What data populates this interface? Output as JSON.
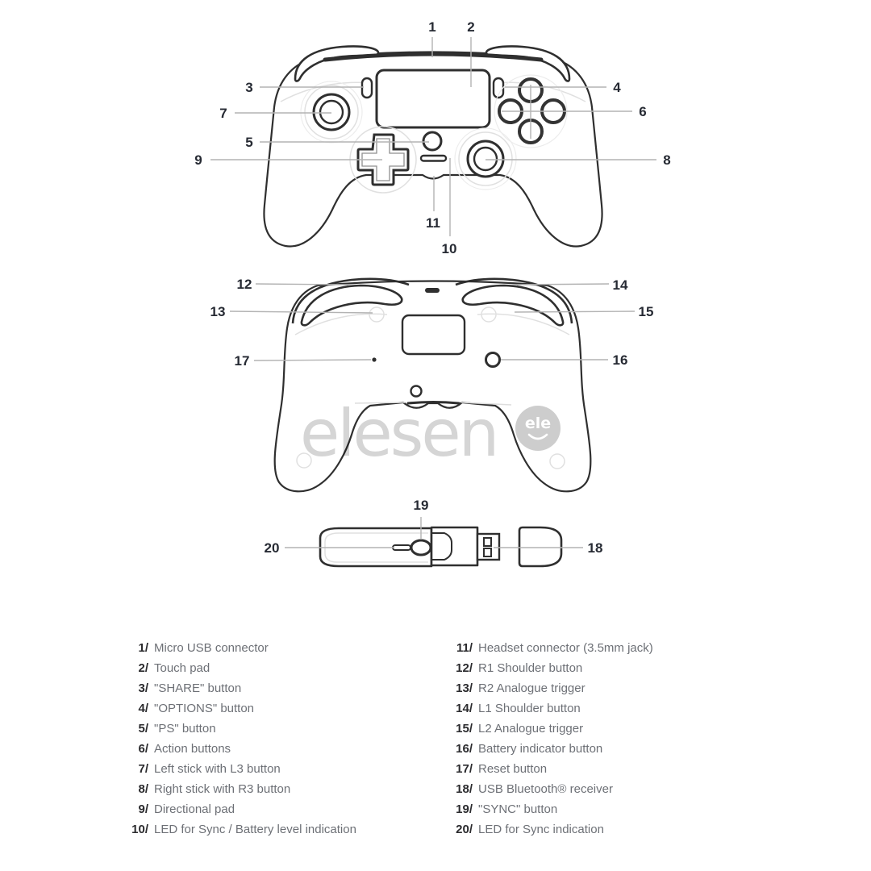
{
  "watermark": {
    "text": "elesen",
    "badge_text": "ele"
  },
  "callouts": {
    "front": [
      "1",
      "2",
      "3",
      "4",
      "5",
      "6",
      "7",
      "8",
      "9",
      "10",
      "11"
    ],
    "back": [
      "12",
      "13",
      "14",
      "15",
      "16",
      "17"
    ],
    "receiver": [
      "18",
      "19",
      "20"
    ]
  },
  "legend": {
    "left": [
      {
        "num": "1/",
        "label": "Micro USB connector"
      },
      {
        "num": "2/",
        "label": "Touch pad"
      },
      {
        "num": "3/",
        "label": "\"SHARE\" button"
      },
      {
        "num": "4/",
        "label": "\"OPTIONS\" button"
      },
      {
        "num": "5/",
        "label": "\"PS\" button"
      },
      {
        "num": "6/",
        "label": "Action buttons"
      },
      {
        "num": "7/",
        "label": "Left stick with L3 button"
      },
      {
        "num": "8/",
        "label": "Right stick with R3 button"
      },
      {
        "num": "9/",
        "label": "Directional pad"
      },
      {
        "num": "10/",
        "label": "LED for Sync / Battery level indication"
      }
    ],
    "right": [
      {
        "num": "11/",
        "label": "Headset connector (3.5mm jack)"
      },
      {
        "num": "12/",
        "label": "R1 Shoulder button"
      },
      {
        "num": "13/",
        "label": "R2 Analogue trigger"
      },
      {
        "num": "14/",
        "label": "L1 Shoulder button"
      },
      {
        "num": "15/",
        "label": "L2 Analogue trigger"
      },
      {
        "num": "16/",
        "label": "Battery indicator button"
      },
      {
        "num": "17/",
        "label": "Reset button"
      },
      {
        "num": "18/",
        "label": "USB Bluetooth® receiver"
      },
      {
        "num": "19/",
        "label": "\"SYNC\" button"
      },
      {
        "num": "20/",
        "label": "LED for Sync indication"
      }
    ]
  },
  "colors": {
    "background": "#ffffff",
    "outline": "#2f2f2f",
    "leader_line": "#b3b3b3",
    "callout_number": "#262a33",
    "legend_number": "#2b2b2e",
    "legend_label": "#6d7076",
    "watermark": "#d5d5d5"
  }
}
